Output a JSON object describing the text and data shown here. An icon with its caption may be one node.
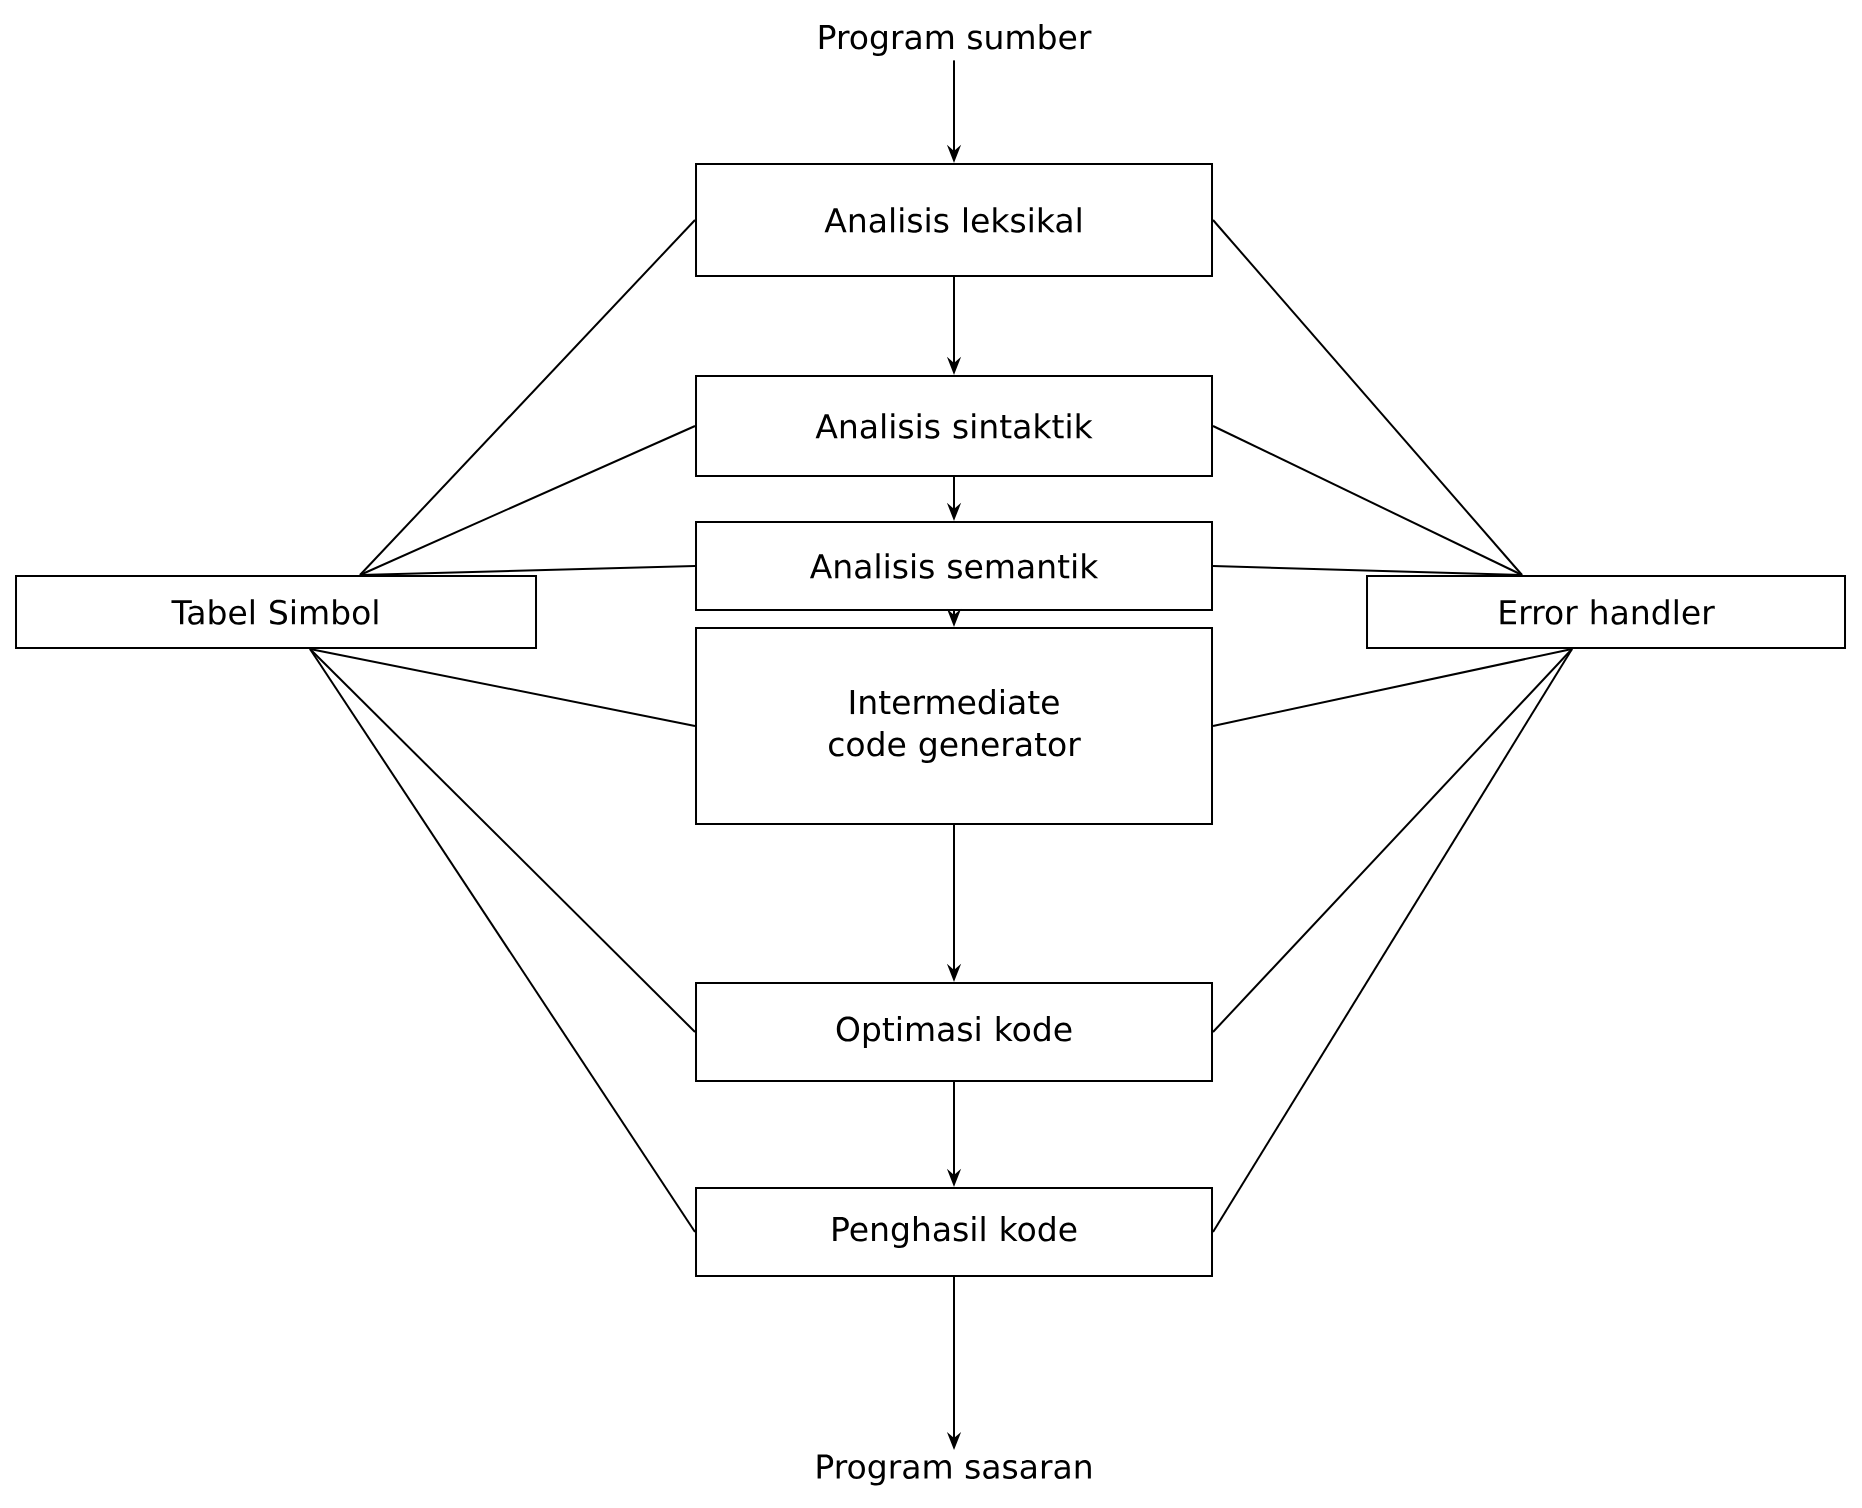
{
  "diagram": {
    "nodes": [
      {
        "text": [
          "Program sumber"
        ]
      },
      {
        "text": [
          "Analisis leksikal"
        ]
      },
      {
        "text": [
          "Analisis sintaktik"
        ]
      },
      {
        "text": [
          "Analisis semantik"
        ]
      },
      {
        "text": [
          "Tabel Simbol"
        ]
      },
      {
        "text": [
          "Intermediate code generator"
        ]
      },
      {
        "text": [
          "Error handler"
        ]
      },
      {
        "text": [
          "Optimasi kode"
        ]
      },
      {
        "text": [
          "Penghasil kode"
        ]
      },
      {
        "text": [
          "Program sasaran"
        ]
      }
    ],
    "edges": [
      {
        "from": 0,
        "to": 1,
        "arrow": "to"
      },
      {
        "from": 1,
        "to": 2,
        "arrow": "to"
      },
      {
        "from": 2,
        "to": 3,
        "arrow": "to"
      },
      {
        "from": 3,
        "to": 5,
        "arrow": "to"
      },
      {
        "from": 5,
        "to": 7,
        "arrow": "to"
      },
      {
        "from": 7,
        "to": 8,
        "arrow": "to"
      },
      {
        "from": 8,
        "to": 9,
        "arrow": "to"
      },
      {
        "from": 4,
        "to": 1,
        "arrow": "none"
      },
      {
        "from": 4,
        "to": 2,
        "arrow": "none"
      },
      {
        "from": 4,
        "to": 3,
        "arrow": "none"
      },
      {
        "from": 4,
        "to": 5,
        "arrow": "none"
      },
      {
        "from": 4,
        "to": 7,
        "arrow": "none"
      },
      {
        "from": 4,
        "to": 8,
        "arrow": "none"
      },
      {
        "from": 6,
        "to": 1,
        "arrow": "none"
      },
      {
        "from": 6,
        "to": 2,
        "arrow": "none"
      },
      {
        "from": 6,
        "to": 3,
        "arrow": "none"
      },
      {
        "from": 6,
        "to": 5,
        "arrow": "none"
      },
      {
        "from": 6,
        "to": 7,
        "arrow": "none"
      },
      {
        "from": 6,
        "to": 8,
        "arrow": "none"
      }
    ]
  }
}
